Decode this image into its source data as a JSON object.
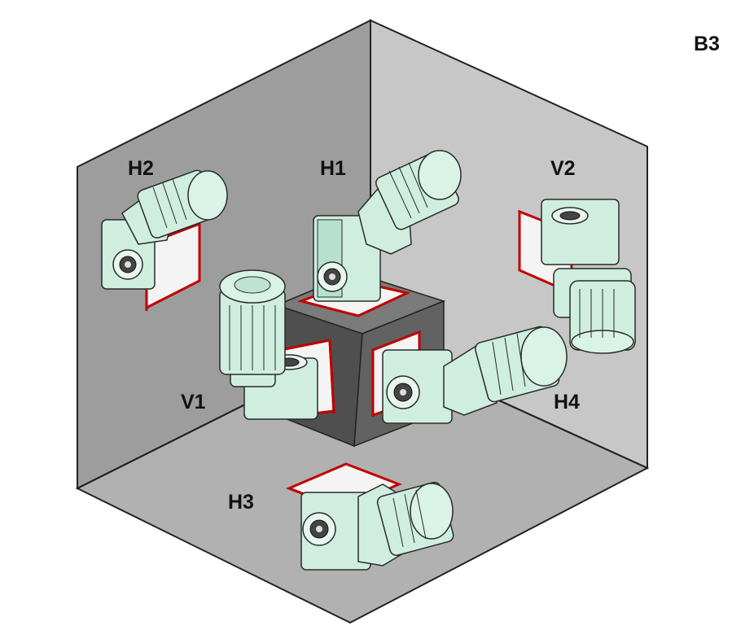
{
  "title": "B3",
  "positions": [
    {
      "id": "H1",
      "label": "H1"
    },
    {
      "id": "H2",
      "label": "H2"
    },
    {
      "id": "V2",
      "label": "V2"
    },
    {
      "id": "V1",
      "label": "V1"
    },
    {
      "id": "H4",
      "label": "H4"
    },
    {
      "id": "H3",
      "label": "H3"
    }
  ],
  "colors": {
    "back_wall": "#c7c7c7",
    "left_wall": "#9d9d9d",
    "floor": "#b1b1b1",
    "cube_front": "#4f4f4f",
    "cube_side": "#626262",
    "cube_top": "#7a7a7a",
    "motor_body": "#cfeee0",
    "motor_shadow": "#9fc9b5",
    "outline": "#2a2a2a",
    "mount_plate": "#f4f4f4",
    "mount_edge": "#c00000"
  }
}
